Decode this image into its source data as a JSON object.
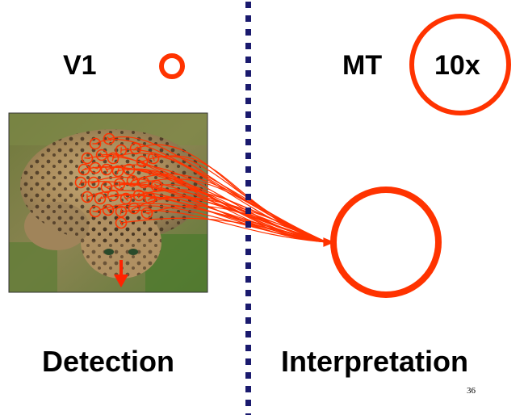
{
  "left_panel": {
    "area_label": "V1",
    "caption": "Detection"
  },
  "right_panel": {
    "area_label": "MT",
    "scale_label": "10x",
    "caption": "Interpretation"
  },
  "page_number": "36",
  "colors": {
    "receptive_field": "#ff3300",
    "arrow": "#ff2200",
    "divider": "#1a1a6e"
  },
  "image": {
    "subject": "leopard photograph",
    "icon": "leopard-photo"
  }
}
